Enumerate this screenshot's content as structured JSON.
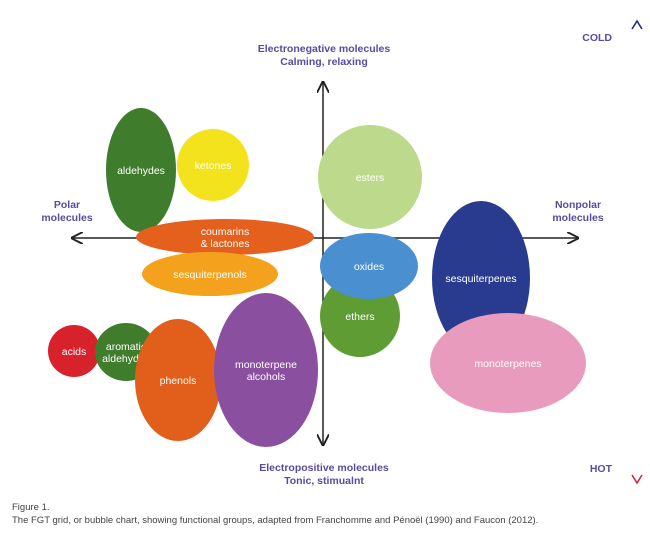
{
  "axes": {
    "top": [
      "Electronegative molecules",
      "Calming, relaxing"
    ],
    "bottom": [
      "Electropositive molecules",
      "Tonic, stimualnt"
    ],
    "left": [
      "Polar",
      "molecules"
    ],
    "right": [
      "Nonpolar",
      "molecules"
    ]
  },
  "scale": {
    "cold": "COLD",
    "hot": "HOT"
  },
  "bubbles": [
    {
      "id": "aldehydes",
      "lines": [
        "aldehydes"
      ],
      "color": "#3f7d2d"
    },
    {
      "id": "ketones",
      "lines": [
        "ketones"
      ],
      "color": "#f3e31c"
    },
    {
      "id": "coumarins-lactones",
      "lines": [
        "coumarins",
        "& lactones"
      ],
      "color": "#e6601d"
    },
    {
      "id": "sesquiterpenols",
      "lines": [
        "sesquiterpenols"
      ],
      "color": "#f4a21e"
    },
    {
      "id": "esters",
      "lines": [
        "esters"
      ],
      "color": "#bcd98c"
    },
    {
      "id": "ethers",
      "lines": [
        "ethers"
      ],
      "color": "#5f9d34"
    },
    {
      "id": "oxides",
      "lines": [
        "oxides"
      ],
      "color": "#4a8fd0"
    },
    {
      "id": "sesquiterpenes",
      "lines": [
        "sesquiterpenes"
      ],
      "color": "#293b8e"
    },
    {
      "id": "monoterpenes",
      "lines": [
        "monoterpenes"
      ],
      "color": "#e89bbd"
    },
    {
      "id": "acids",
      "lines": [
        "acids"
      ],
      "color": "#d7222b"
    },
    {
      "id": "aromatic-aldehydes",
      "lines": [
        "aromatic",
        "aldehydes"
      ],
      "color": "#3f7d2d"
    },
    {
      "id": "phenols",
      "lines": [
        "phenols"
      ],
      "color": "#e25f1b"
    },
    {
      "id": "monoterpene-alcohols",
      "lines": [
        "monoterpene",
        "alcohols"
      ],
      "color": "#8a4f9e"
    }
  ],
  "caption": {
    "title": "Figure 1.",
    "text": "The FGT grid, or bubble chart, showing functional groups, adapted from Franchomme and Pénoël (1990) and Faucon (2012)."
  }
}
